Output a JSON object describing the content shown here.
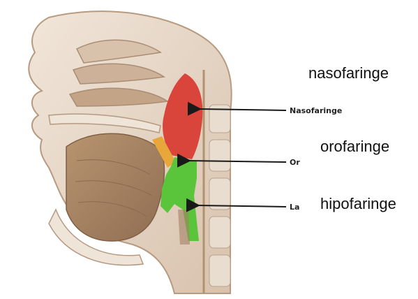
{
  "labels": {
    "nasofaringe": "nasofaringe",
    "orofaringe": "orofaringe",
    "hipofaringe": "hipofaringe"
  },
  "original_tags": {
    "nasofaringe": "Nasofaringe",
    "orofaringe": "Or",
    "laringe": "La"
  },
  "colors": {
    "nasopharynx": "#d9453a",
    "oropharynx": "#e8a73a",
    "hypopharynx": "#5ac43a",
    "tissue": "#c9a88a",
    "bone": "#e9ddd0",
    "tongue": "#a88466",
    "arrow": "#1a1a1a"
  }
}
